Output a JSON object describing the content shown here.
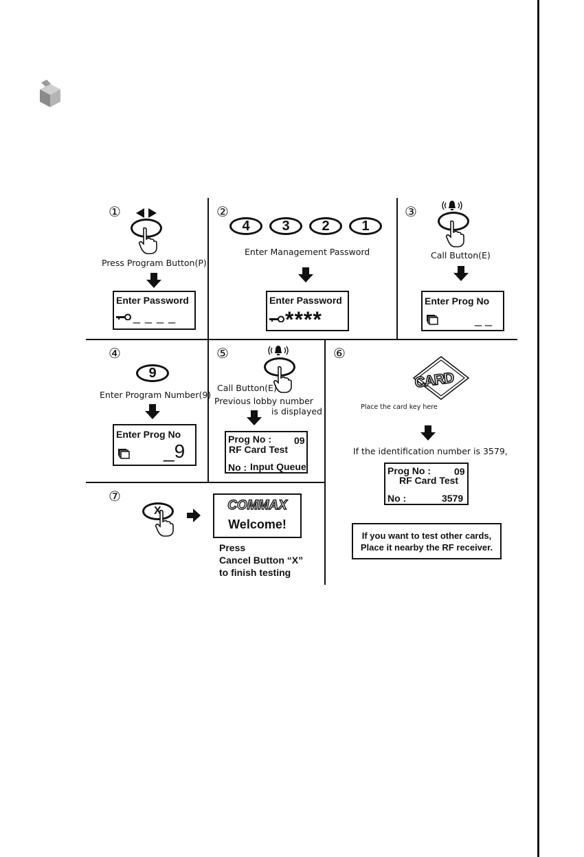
{
  "steps": {
    "s1": {
      "num": "①",
      "caption": "Press Program Button(P)",
      "lcd_title": "Enter Password",
      "lcd_entry": "_ _ _ _"
    },
    "s2": {
      "num": "②",
      "digits": [
        "4",
        "3",
        "2",
        "1"
      ],
      "caption": "Enter Management Password",
      "lcd_title": "Enter Password",
      "lcd_entry": "****"
    },
    "s3": {
      "num": "③",
      "caption": "Call Button(E)",
      "lcd_title": "Enter Prog  No",
      "lcd_entry": "_ _"
    },
    "s4": {
      "num": "④",
      "digit": "9",
      "caption": "Enter Program Number(9)",
      "lcd_title": "Enter Prog No",
      "lcd_entry": "_9"
    },
    "s5": {
      "num": "⑤",
      "caption1": "Call Button(E)",
      "caption2": "Previous lobby number",
      "caption3": "is displayed",
      "lcd_prog_label": "Prog No :",
      "lcd_prog_value": "09",
      "lcd_mode": "RF Card Test",
      "lcd_no_label": "No :",
      "lcd_no_value": "Input Queue"
    },
    "s6": {
      "num": "⑥",
      "card_label": "CARD",
      "card_caption": "Place the card key here",
      "id_caption": "If the identification number is 3579,",
      "lcd_prog_label": "Prog No :",
      "lcd_prog_value": "09",
      "lcd_mode": "RF Card Test",
      "lcd_no_label": "No :",
      "lcd_no_value": "3579",
      "note_line1": "If you want to test other cards,",
      "note_line2": "Place it nearby the RF receiver."
    },
    "s7": {
      "num": "⑦",
      "button_label": "X",
      "brand": "COMMAX",
      "welcome": "Welcome!",
      "caption1": "Press",
      "caption2": "Cancel Button “X”",
      "caption3": "to finish testing"
    }
  }
}
